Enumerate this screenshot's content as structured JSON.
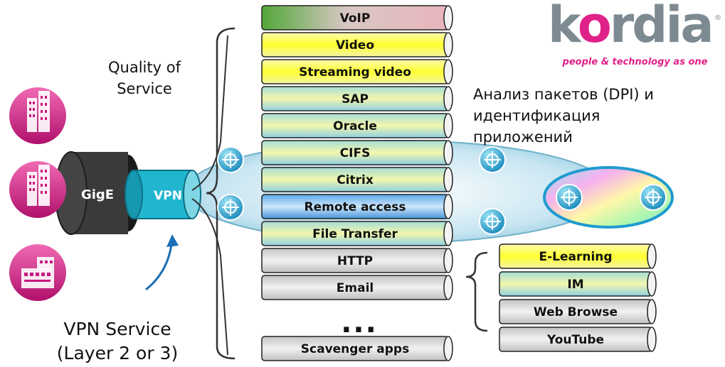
{
  "logo": {
    "word_a": "k",
    "word_o": "o",
    "word_b": "rdia",
    "reg": "®",
    "tagline": "people & technology as one"
  },
  "labels": {
    "qos_line1": "Quality of",
    "qos_line2": "Service",
    "dpi_line1": "Анализ пакетов (DPI) и",
    "dpi_line2": "идентификация",
    "dpi_line3": "приложений",
    "vpn_service_line1": "VPN Service",
    "vpn_service_line2": "(Layer 2 or 3)",
    "gige": "GigE",
    "vpn": "VPN",
    "ellipsis": "..."
  },
  "traffic_classes": [
    {
      "label": "VoIP",
      "style": "green"
    },
    {
      "label": "Video",
      "style": "yellow"
    },
    {
      "label": "Streaming video",
      "style": "yellow"
    },
    {
      "label": "SAP",
      "style": "teal"
    },
    {
      "label": "Oracle",
      "style": "teal"
    },
    {
      "label": "CIFS",
      "style": "teal"
    },
    {
      "label": "Citrix",
      "style": "teal"
    },
    {
      "label": "Remote access",
      "style": "blue"
    },
    {
      "label": "File Transfer",
      "style": "teal"
    },
    {
      "label": "HTTP",
      "style": "gray"
    },
    {
      "label": "Email",
      "style": "gray"
    },
    {
      "label": "Scavenger apps",
      "style": "gray"
    }
  ],
  "web_classes": [
    {
      "label": "E-Learning",
      "style": "yellow"
    },
    {
      "label": "IM",
      "style": "teal"
    },
    {
      "label": "Web Browse",
      "style": "gray"
    },
    {
      "label": "YouTube",
      "style": "gray"
    }
  ],
  "colors": {
    "magenta": "#c8187f",
    "cyan": "#1fb4cc",
    "dark": "#3a3a3a",
    "accent_blue": "#1a6fb5"
  }
}
